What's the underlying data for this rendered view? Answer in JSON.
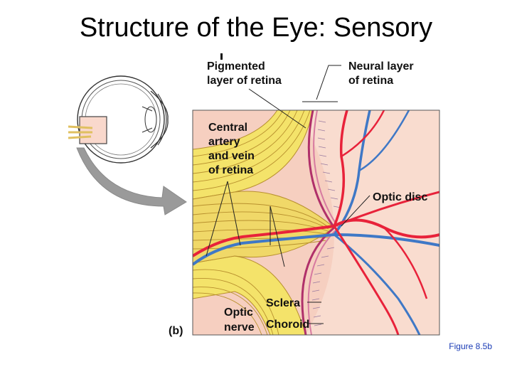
{
  "slide": {
    "title": "Structure of the Eye: Sensory",
    "figure_ref": "Figure 8.5b"
  },
  "diagram": {
    "panel_label": "(b)",
    "labels": {
      "pigmented_1": "Pigmented",
      "pigmented_2": "layer of retina",
      "neural_1": "Neural layer",
      "neural_2": "of retina",
      "central_1": "Central",
      "central_2": "artery",
      "central_3": "and vein",
      "central_4": "of retina",
      "optic_disc": "Optic disc",
      "sclera": "Sclera",
      "optic_nerve_1": "Optic",
      "optic_nerve_2": "nerve",
      "choroid": "Choroid"
    },
    "colors": {
      "sclera": "#f4e36a",
      "sclera_lines": "#b8902e",
      "retina": "#f6cfc0",
      "artery": "#e8223a",
      "vein": "#3f78c6",
      "arrow": "#9a9a9a",
      "pigment": "#b0306a"
    }
  }
}
